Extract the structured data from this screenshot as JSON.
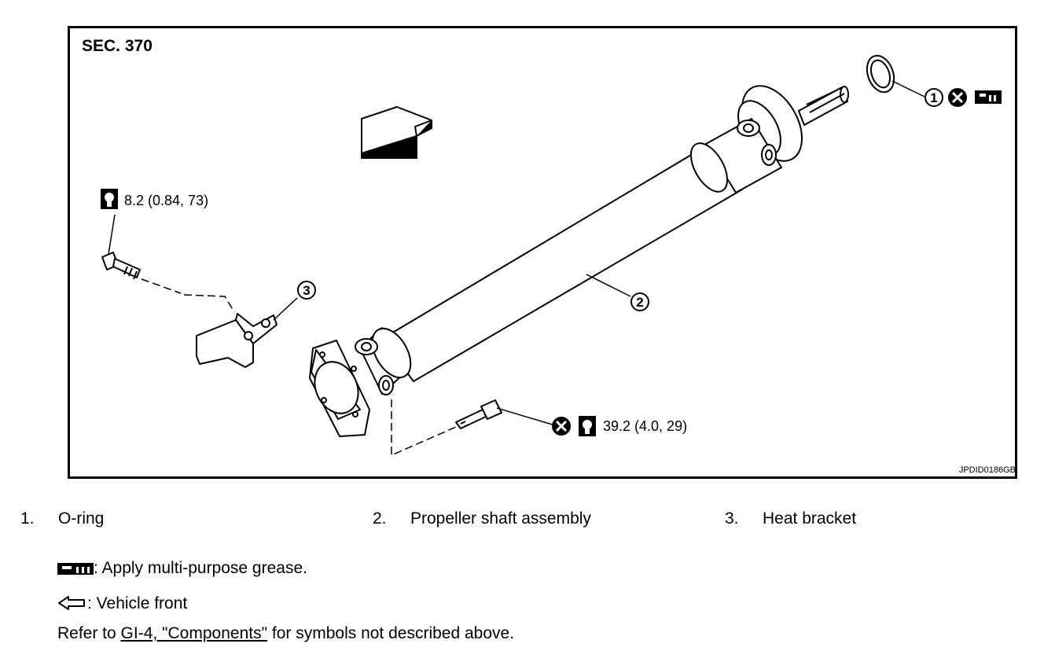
{
  "diagram": {
    "section": "SEC. 370",
    "figure_code": "JPDID0186GB",
    "torque_bracket_bolt": "8.2 (0.84, 73)",
    "torque_flange_bolt": "39.2 (4.0, 29)",
    "callouts": [
      "1",
      "2",
      "3"
    ]
  },
  "legend": [
    {
      "num": "1.",
      "label": "O-ring"
    },
    {
      "num": "2.",
      "label": "Propeller shaft assembly"
    },
    {
      "num": "3.",
      "label": "Heat bracket"
    }
  ],
  "notes": {
    "grease": ": Apply multi-purpose grease.",
    "front": ": Vehicle front",
    "refer_prefix": "Refer to ",
    "refer_link": "GI-4, \"Components\"",
    "refer_suffix": " for symbols not described above."
  },
  "icons": {
    "grease": "grease-icon",
    "front": "front-arrow-icon",
    "torque": "torque-wrench-icon",
    "replace": "do-not-reuse-icon"
  }
}
